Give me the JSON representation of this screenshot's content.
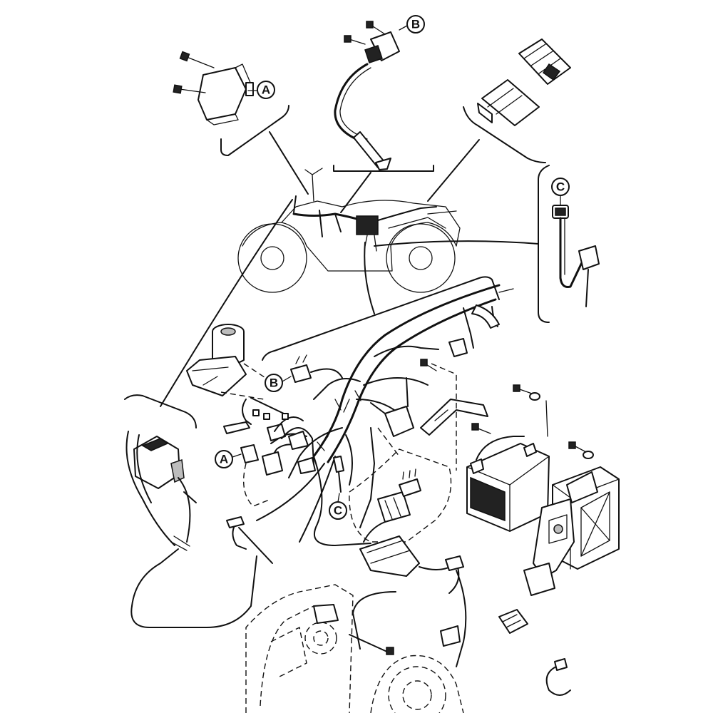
{
  "diagram": {
    "callouts": [
      {
        "letter": "A"
      },
      {
        "letter": "B"
      },
      {
        "letter": "C"
      },
      {
        "letter": "B"
      },
      {
        "letter": "A"
      },
      {
        "letter": "C"
      }
    ]
  }
}
